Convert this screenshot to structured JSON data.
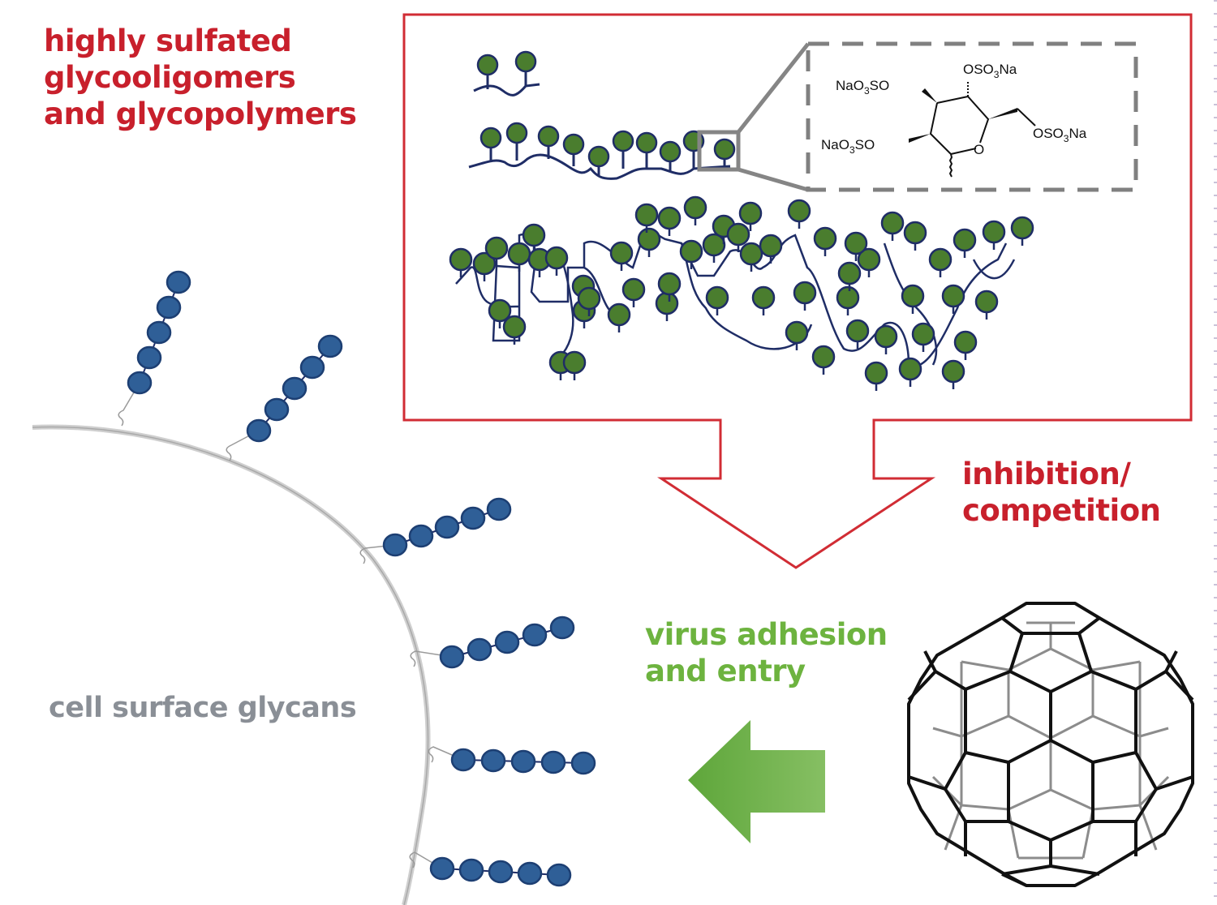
{
  "figure": {
    "title_lines": [
      "highly sulfated",
      "glycooligomers",
      "and glycopolymers"
    ],
    "inhibition_lines": [
      "inhibition/",
      "competition"
    ],
    "virus_lines": [
      "virus adhesion",
      "and entry"
    ],
    "cell_label": "cell surface glycans"
  },
  "structure": {
    "substituents": {
      "top": "OSO₃Na",
      "upper_left": "NaO₃SO",
      "lower_left": "NaO₃SO",
      "right": "OSO₃Na",
      "ring_oxygen": "O"
    }
  },
  "colors": {
    "red_accent": "#c8202c",
    "green_text": "#6db33f",
    "grey_text": "#8a8f96",
    "green_bead": "#4a7d2e",
    "blue_bead": "#2f5f97",
    "backbone_navy": "#1f2d66",
    "virus_front": "#111111",
    "virus_back": "#8c8c8c",
    "zoom_box": "#808080"
  },
  "icons": {
    "arrow_down": "inhibition-arrow-icon",
    "arrow_left": "adhesion-arrow-icon",
    "virus": "virus-capsid-icon",
    "cell": "cell-membrane-icon"
  }
}
